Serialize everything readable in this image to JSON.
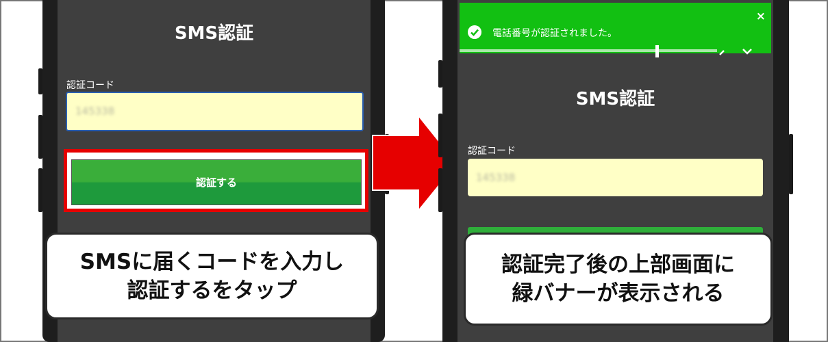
{
  "left_screen": {
    "title": "SMS認証",
    "code_label": "認証コード",
    "code_value": "145338",
    "verify_button_label": "認証する"
  },
  "right_screen": {
    "toast_message": "電話番号が認証されました。",
    "toast_close": "×",
    "title": "SMS認証",
    "code_label": "認証コード",
    "code_value": "145338"
  },
  "captions": {
    "left_line1": "SMSに届くコードを入力し",
    "left_line2": "認証するをタップ",
    "right_line1": "認証完了後の上部画面に",
    "right_line2": "緑バナーが表示される"
  },
  "colors": {
    "highlight_red": "#e60000",
    "banner_green": "#12c012",
    "input_bg": "#ffffc6",
    "screen_bg": "#3f3f3f"
  }
}
